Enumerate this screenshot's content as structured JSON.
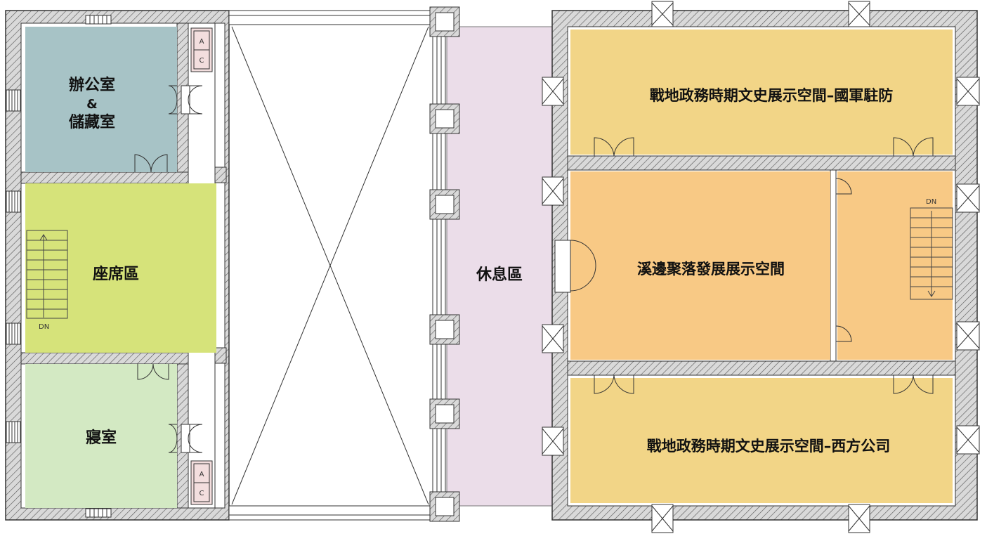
{
  "rooms": {
    "office": {
      "line1": "辦公室",
      "line2": "&",
      "line3": "儲藏室",
      "color": "#a7c3c6"
    },
    "seating": {
      "label": "座席區",
      "color": "#d6e37a"
    },
    "bedroom": {
      "label": "寢室",
      "color": "#d3e9c3"
    },
    "lounge": {
      "label": "休息區",
      "color": "#ebdde9"
    },
    "exhibit_top": {
      "label": "戰地政務時期文史展示空間–國軍駐防",
      "color": "#f2d587"
    },
    "exhibit_mid": {
      "label": "溪邊聚落發展展示空間",
      "color": "#f8c985"
    },
    "exhibit_bottom": {
      "label": "戰地政務時期文史展示空間–西方公司",
      "color": "#f2d587"
    }
  },
  "ac_units": {
    "line1": "A",
    "line2": "C"
  },
  "stairs": {
    "left_label": "DN",
    "right_label": "DN"
  },
  "colors": {
    "wall": "#cccccc",
    "wall_hatch": "#555555",
    "line": "#333333"
  }
}
